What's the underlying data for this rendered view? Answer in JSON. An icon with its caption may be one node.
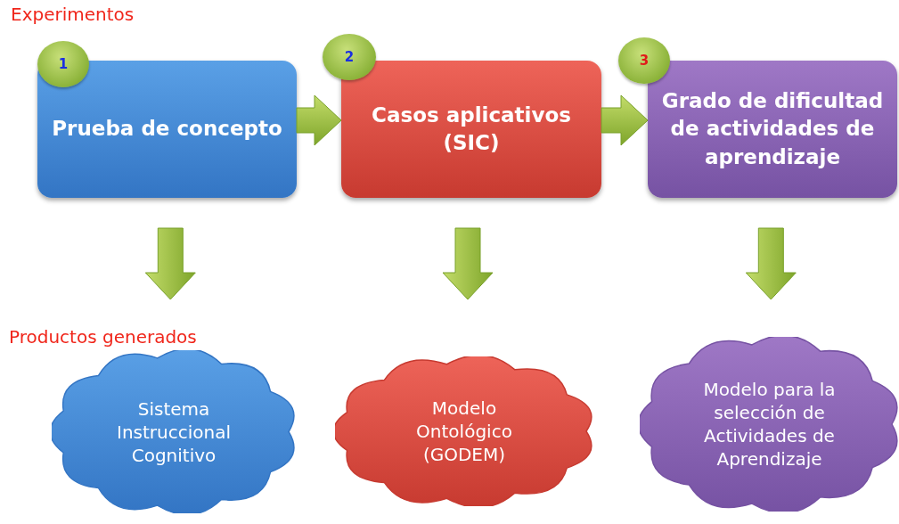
{
  "diagram": {
    "nodes": [
      {
        "text": [
          "Prueba de concepto"
        ]
      },
      {
        "text": [
          "Casos aplicativos (SIC)"
        ]
      },
      {
        "text": [
          "Grado de dificultad de actividades de aprendizaje"
        ]
      },
      {
        "text": [
          "1"
        ]
      },
      {
        "text": [
          "2"
        ]
      },
      {
        "text": [
          "3"
        ]
      },
      {
        "text": [
          "Sistema Instruccional Cognitivo"
        ]
      },
      {
        "text": [
          "Modelo Ontológico (GODEM)"
        ]
      },
      {
        "text": [
          "Modelo para la selección de Actividades de Aprendizaje"
        ]
      }
    ],
    "edges": [
      {
        "from": 0,
        "to": 1,
        "arrow": "to",
        "style": "thick"
      },
      {
        "from": 1,
        "to": 2,
        "arrow": "to",
        "style": "thick"
      },
      {
        "from": 0,
        "to": 6,
        "arrow": "to",
        "style": "thick"
      },
      {
        "from": 1,
        "to": 7,
        "arrow": "to",
        "style": "thick"
      },
      {
        "from": 2,
        "to": 8,
        "arrow": "to",
        "style": "thick"
      }
    ],
    "labels": [
      "Experimentos",
      "Productos generados"
    ]
  }
}
